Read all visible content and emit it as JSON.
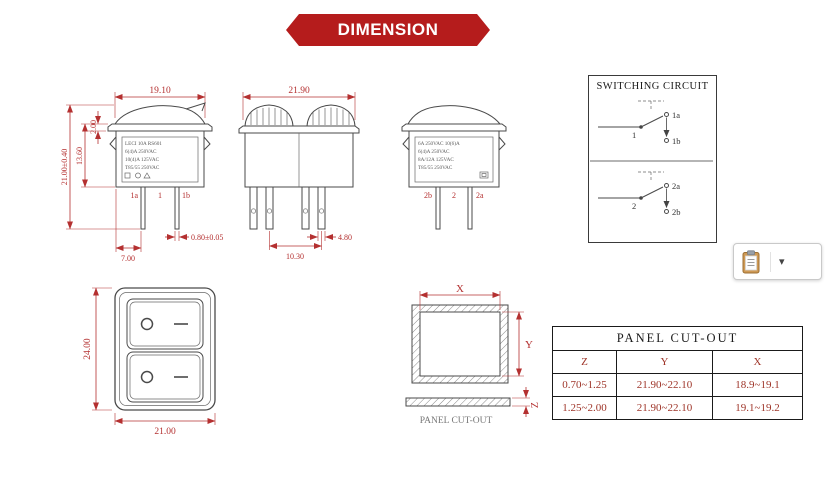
{
  "colors": {
    "accent": "#b51c1c",
    "dimension_text": "#b43030",
    "outline": "#4a4a4a",
    "table_text": "#9e3428"
  },
  "banner": {
    "title": "DIMENSION"
  },
  "side_view_1": {
    "dim_width_top": "19.10",
    "dim_height_overall": "21.00±0.40",
    "dim_body_height": "13.60",
    "dim_rocker_height": "2.00",
    "dim_terminal_thickness": "0.80±0.05",
    "dim_terminal_offset": "7.00",
    "terminals": [
      "1a",
      "1",
      "1b"
    ],
    "label_plate": [
      "LECI 10A RS601",
      "6(4)A 250VAC",
      "10(4)A 125VAC",
      "T85/55 250VAC"
    ]
  },
  "front_view": {
    "dim_width_top": "21.90",
    "dim_terminal_spacing": "10.30",
    "dim_terminal_width": "4.80"
  },
  "side_view_2": {
    "terminals": [
      "2b",
      "2",
      "2a"
    ],
    "label_plate": [
      "6A 250VAC 10(6)A",
      "6(4)A 250VAC",
      "8A/12A 125VAC",
      "T85/55 250VAC"
    ]
  },
  "switching_circuit": {
    "title": "SWITCHING CIRCUIT",
    "pole1": {
      "common": "1",
      "contact_a": "1a",
      "contact_b": "1b"
    },
    "pole2": {
      "common": "2",
      "contact_a": "2a",
      "contact_b": "2b"
    }
  },
  "face_view": {
    "dim_height": "24.00",
    "dim_width": "21.00"
  },
  "cutout_view": {
    "dim_x": "X",
    "dim_y": "Y",
    "dim_z": "Z",
    "caption": "PANEL CUT-OUT"
  },
  "cutout_table": {
    "title": "PANEL CUT-OUT",
    "headers": [
      "Z",
      "Y",
      "X"
    ],
    "rows": [
      [
        "0.70~1.25",
        "21.90~22.10",
        "18.9~19.1"
      ],
      [
        "1.25~2.00",
        "21.90~22.10",
        "19.1~19.2"
      ]
    ]
  },
  "clipboard_widget": {
    "icon": "clipboard-icon",
    "caret": "▾"
  }
}
